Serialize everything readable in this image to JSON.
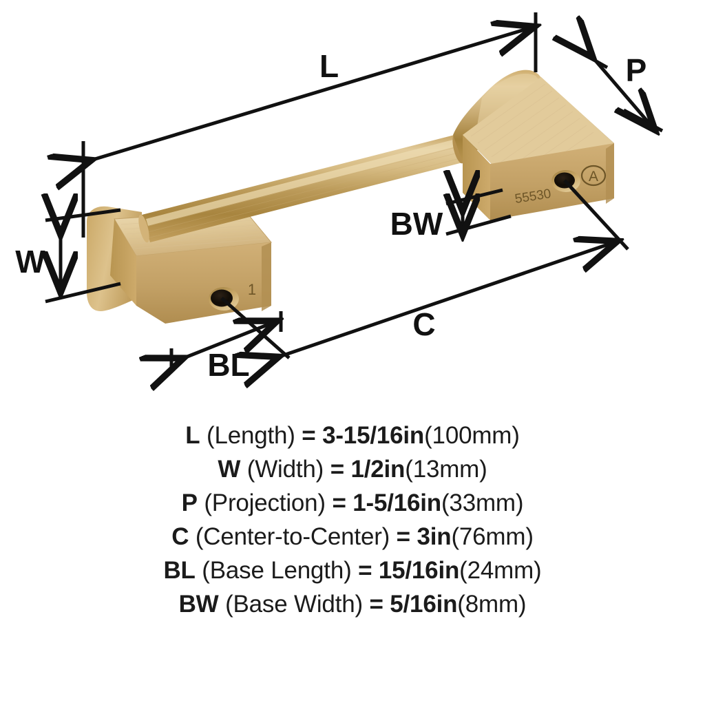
{
  "product": {
    "type": "cabinet-bar-pull",
    "finish_color": "#c9a461",
    "engravings": {
      "part_number": "55530",
      "brand_mark": "A",
      "left_post_mark": "1"
    }
  },
  "dimension_labels": {
    "length": "L",
    "width": "W",
    "projection": "P",
    "center_to_center": "C",
    "base_length": "BL",
    "base_width": "BW"
  },
  "specifications": [
    {
      "abbr": "L",
      "name": "(Length)",
      "equals": "=",
      "value": "3-15/16in",
      "metric": "(100mm)"
    },
    {
      "abbr": "W",
      "name": "(Width)",
      "equals": "=",
      "value": "1/2in",
      "metric": "(13mm)"
    },
    {
      "abbr": "P",
      "name": "(Projection)",
      "equals": "=",
      "value": "1-5/16in",
      "metric": "(33mm)"
    },
    {
      "abbr": "C",
      "name": "(Center-to-Center)",
      "equals": "=",
      "value": "3in",
      "metric": "(76mm)"
    },
    {
      "abbr": "BL",
      "name": "(Base Length)",
      "equals": "=",
      "value": "15/16in",
      "metric": "(24mm)"
    },
    {
      "abbr": "BW",
      "name": "(Base Width)",
      "equals": "=",
      "value": "5/16in",
      "metric": "(8mm)"
    }
  ]
}
